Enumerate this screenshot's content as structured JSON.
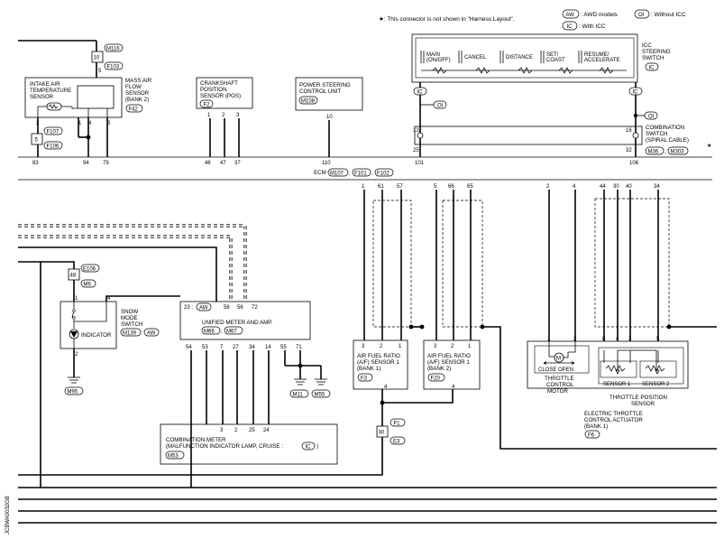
{
  "legend": {
    "note": "★: This connector is not shown in \"Harness Layout\".",
    "awd_code": "AW",
    "awd_text": ": AWD models",
    "without_icc_code": "OI",
    "without_icc_text": ": Without ICC",
    "with_icc_code": "IC",
    "with_icc_text": ": With ICC"
  },
  "icc_switch": {
    "title_lines": [
      "ICC",
      "STEERING",
      "SWITCH"
    ],
    "code": "IC",
    "buttons": [
      {
        "lines": [
          "MAIN",
          "(ON/OFF)"
        ]
      },
      {
        "lines": [
          "CANCEL"
        ]
      },
      {
        "lines": [
          "DISTANCE"
        ]
      },
      {
        "lines": [
          "SET/",
          "COAST"
        ]
      },
      {
        "lines": [
          "RESUME/",
          "ACCELERATE"
        ]
      }
    ]
  },
  "combination_switch": {
    "lines": [
      "COMBINATION",
      "SWITCH",
      "(SPIRAL CABLE)"
    ],
    "star": "★",
    "conn_a": "M36",
    "conn_b": "M303",
    "pin_left": "13",
    "pin_right": "16",
    "pin_bl": "25",
    "pin_br": "32"
  },
  "iat_sensor": {
    "lines": [
      "INTAKE AIR",
      "TEMPERATURE",
      "SENSOR"
    ],
    "maf_lines": [
      "MASS AIR",
      "FLOW",
      "SENSOR",
      "(BANK 2)"
    ],
    "conn": "F42",
    "pins": [
      "2",
      "1",
      "4",
      "3"
    ]
  },
  "joint_top": {
    "num": "10",
    "conn_a": "M116",
    "conn_b": "F103",
    "pin": "5"
  },
  "joint_5": {
    "num": "5",
    "conn_a": "F107",
    "conn_b": "F106"
  },
  "ckp_sensor": {
    "lines": [
      "CRANKSHAFT",
      "POSITION",
      "SENSOR (POS)"
    ],
    "conn": "F2",
    "pins": [
      "1",
      "2",
      "3"
    ]
  },
  "ps_unit": {
    "lines": [
      "POWER STEERING",
      "CONTROL UNIT"
    ],
    "conn": "M108",
    "pin": "10"
  },
  "ecm": {
    "label": "ECM",
    "conns": [
      "M107",
      "F101",
      "F102"
    ],
    "pins_upper": [
      "83",
      "94",
      "79",
      "46",
      "47",
      "37",
      "110",
      "101",
      "108"
    ],
    "pins_lower": [
      "1",
      "61",
      "57",
      "5",
      "66",
      "65",
      "2",
      "4",
      "44",
      "30",
      "40",
      "34"
    ]
  },
  "snow_switch": {
    "lines": [
      "SNOW",
      "MODE",
      "SWITCH"
    ],
    "conn": "M139",
    "code": "AW",
    "indicator": "INDICATOR",
    "joint_num": "48",
    "joint_conn_a": "E106",
    "joint_conn_b": "M6",
    "pins": [
      "1",
      "4",
      "2"
    ],
    "ground": "M95"
  },
  "meter": {
    "title": "UNIFIED METER AND AMP.",
    "conns": [
      "M66",
      "M67"
    ],
    "pin23": "23 :",
    "code": "AW",
    "top_pins": [
      "58",
      "56",
      "72"
    ],
    "bottom_pins": [
      "54",
      "53",
      "7",
      "27",
      "34",
      "14",
      "55",
      "71"
    ],
    "grounds": [
      "M11",
      "M55"
    ]
  },
  "comb_meter": {
    "lines": [
      "COMBINATION METER",
      "(MALFUNCTION INDICATOR LAMP, CRUISE :"
    ],
    "code": "IC",
    "conn": "M53",
    "pins": [
      "3",
      "2",
      "25",
      "24"
    ]
  },
  "af1": {
    "lines": [
      "AIR FUEL RATIO",
      "(A/F) SENSOR 1",
      "(BANK 1)"
    ],
    "conn": "F3",
    "pins": [
      "3",
      "2",
      "1",
      "4"
    ]
  },
  "af2": {
    "lines": [
      "AIR FUEL RATIO",
      "(A/F) SENSOR 1",
      "(BANK 2)"
    ],
    "conn": "F20",
    "pins": [
      "3",
      "2",
      "1",
      "4"
    ]
  },
  "joint_30": {
    "num": "30",
    "conn_a": "F1",
    "conn_b": "E3"
  },
  "throttle": {
    "motor_lines": [
      "THROTTLE",
      "CONTROL",
      "MOTOR"
    ],
    "close_open": "CLOSE  OPEN",
    "motor_sym": "M",
    "sensor1": "SENSOR 1",
    "sensor2": "SENSOR 2",
    "tps_lines": [
      "THROTTLE POSITION",
      "SENSOR"
    ],
    "actuator_lines": [
      "ELECTRIC THROTTLE",
      "CONTROL ACTUATOR",
      "(BANK 1)"
    ],
    "conn": "F6",
    "pins": [
      "1",
      "2",
      "6",
      "4",
      "3",
      "5"
    ]
  },
  "side_code": "JCBWA0032GB"
}
